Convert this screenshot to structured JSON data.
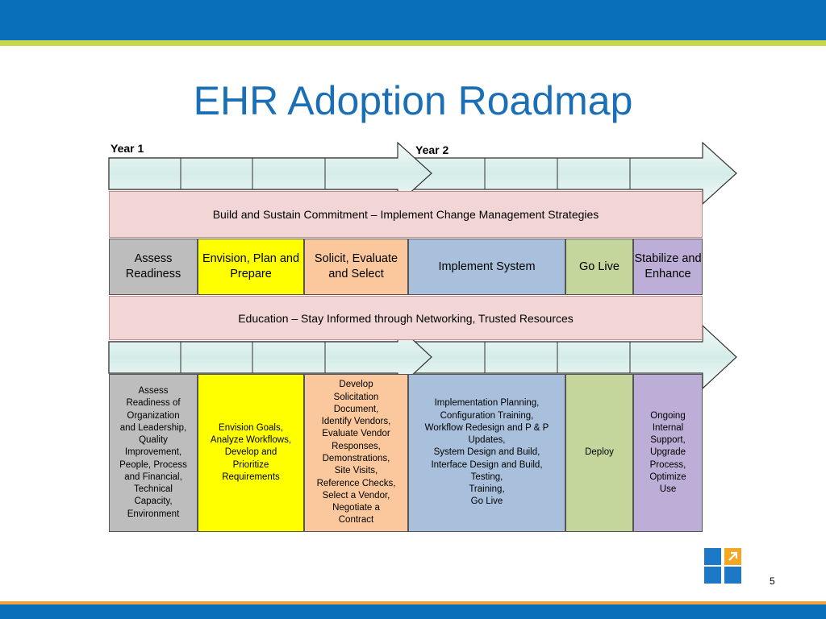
{
  "title": "EHR Adoption Roadmap",
  "years": {
    "year1": "Year 1",
    "year2": "Year 2"
  },
  "bands": {
    "top": "Build and Sustain Commitment – Implement Change Management Strategies",
    "middle": "Education – Stay Informed through Networking, Trusted Resources"
  },
  "phases": [
    {
      "label": "Assess Readiness",
      "color": "#bdbdbd"
    },
    {
      "label": "Envision, Plan and Prepare",
      "color": "#ffff00"
    },
    {
      "label": "Solicit, Evaluate and Select",
      "color": "#fac89c"
    },
    {
      "label": "Implement System",
      "color": "#a9c0dc"
    },
    {
      "label": "Go Live",
      "color": "#c5d69d"
    },
    {
      "label": "Stabilize and Enhance",
      "color": "#bcaed6"
    }
  ],
  "details": [
    {
      "text": "Assess\nReadiness of\nOrganization\nand Leadership,\nQuality\nImprovement,\nPeople, Process\nand Financial,\nTechnical\nCapacity,\nEnvironment"
    },
    {
      "text": "Envision Goals,\nAnalyze Workflows,\nDevelop and\nPrioritize\nRequirements"
    },
    {
      "text": "Develop\nSolicitation\nDocument,\nIdentify Vendors,\nEvaluate Vendor\nResponses,\nDemonstrations,\nSite Visits,\nReference Checks,\nSelect a Vendor,\nNegotiate a\nContract"
    },
    {
      "text": "Implementation Planning,\nConfiguration Training,\nWorkflow Redesign and P & P\nUpdates,\nSystem Design and Build,\nInterface Design and Build,\nTesting,\nTraining,\nGo Live"
    },
    {
      "text": "Deploy"
    },
    {
      "text": "Ongoing\nInternal\nSupport,\nUpgrade\nProcess,\nOptimize\nUse"
    }
  ],
  "page_number": "5",
  "colors": {
    "header_bar": "#0a6fba",
    "accent_line": "#c8d84a",
    "footer_line": "#f0a540",
    "title": "#1b6fb6",
    "band_fill": "#f2d6d6",
    "arrow_fill": "#dff0ee",
    "logo_blue": "#1e78c8",
    "logo_orange": "#f5a623"
  },
  "logo": {
    "icon": "arrow-up-right-icon"
  }
}
